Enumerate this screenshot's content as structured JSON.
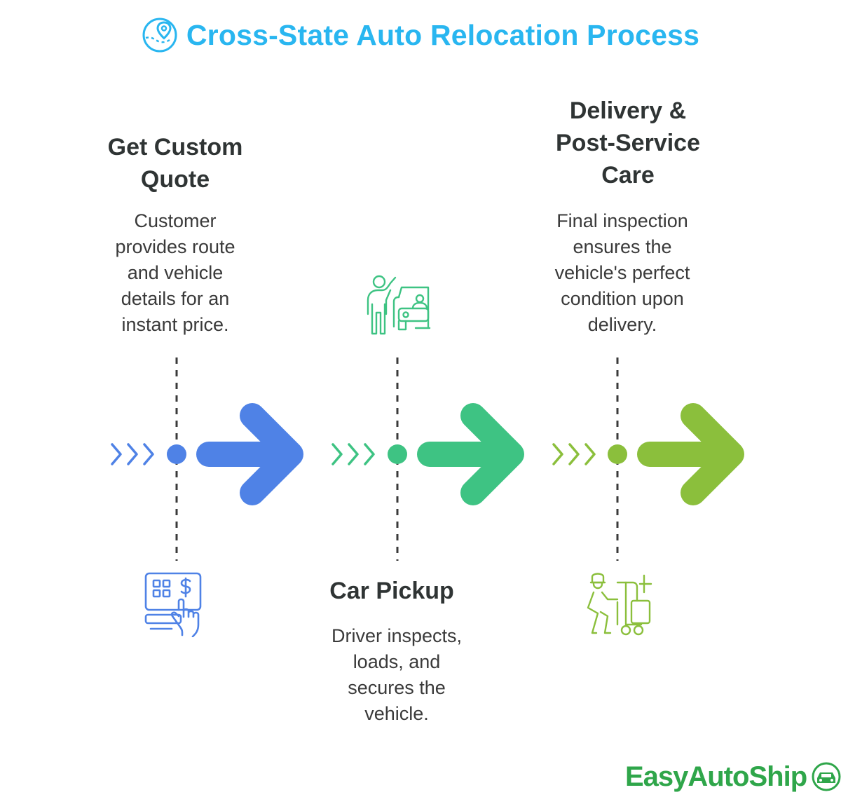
{
  "title": "Cross-State Auto Relocation Process",
  "colors": {
    "title": "#29b6f0",
    "step1": "#4f82e6",
    "step2": "#3ec383",
    "step3": "#8bbf3c",
    "brand": "#2fa64a"
  },
  "steps": [
    {
      "heading": "Get Custom\nQuote",
      "description": "Customer\nprovides route\nand vehicle\ndetails for an\ninstant price.",
      "icon": "price-calculator-touch-icon"
    },
    {
      "heading": "Car Pickup",
      "description": "Driver inspects,\nloads, and\nsecures the\nvehicle.",
      "icon": "driver-and-car-icon"
    },
    {
      "heading": "Delivery &\nPost-Service\nCare",
      "description": "Final inspection\nensures the\nvehicle's perfect\ncondition upon\ndelivery.",
      "icon": "worker-with-dolly-icon"
    }
  ],
  "brand": {
    "name": "EasyAutoShip",
    "icon": "car-logo-icon"
  }
}
